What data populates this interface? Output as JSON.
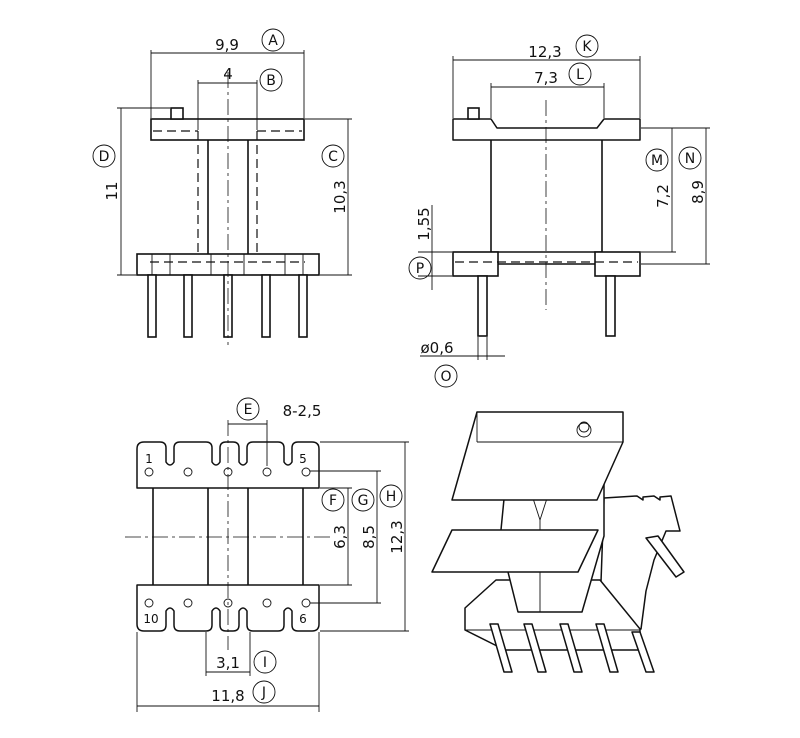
{
  "front_view": {
    "width_value": "9,9",
    "width_letter": "A",
    "core_value": "4",
    "core_letter": "B",
    "height_value": "11",
    "height_letter": "D",
    "flange_value": "10,3",
    "flange_letter": "C"
  },
  "side_view": {
    "width_value": "12,3",
    "width_letter": "K",
    "window_value": "7,3",
    "window_letter": "L",
    "window_height_value": "7,2",
    "window_height_letter": "M",
    "top_height_value": "8,9",
    "top_height_letter": "N",
    "base_value": "1,55",
    "base_letter": "P",
    "pin_diameter_value": "ø0,6",
    "pin_diameter_letter": "O"
  },
  "bottom_view": {
    "pitch_value": "8-2,5",
    "pitch_letter": "E",
    "row_spacing_value": "6,3",
    "row_spacing_letter": "F",
    "slot_value": "8,5",
    "slot_letter": "G",
    "depth_value": "12,3",
    "depth_letter": "H",
    "core_value": "3,1",
    "core_letter": "I",
    "width_value": "11,8",
    "width_letter": "J",
    "pin_labels": [
      "1",
      "5",
      "10",
      "6"
    ]
  }
}
